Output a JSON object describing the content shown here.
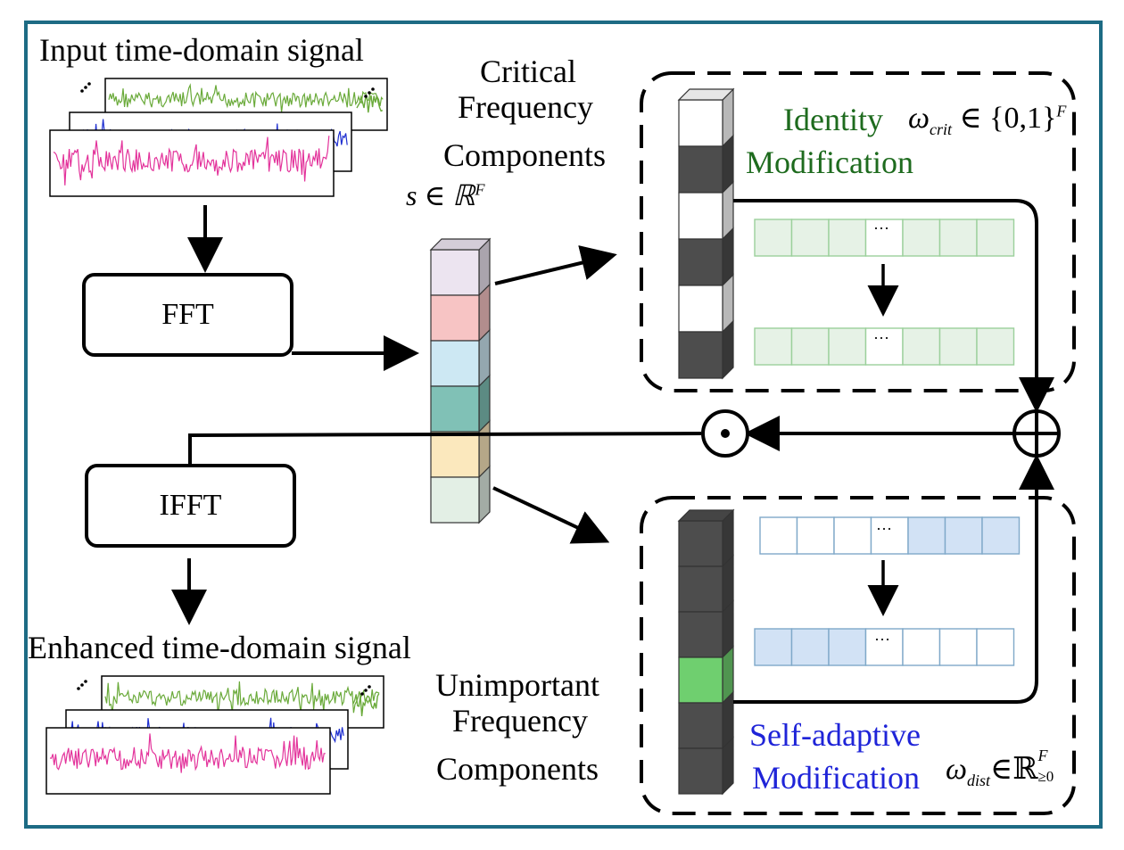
{
  "input_signal_label": "Input time-domain signal",
  "output_signal_label": "Enhanced time-domain signal",
  "fft_label": "FFT",
  "ifft_label": "IFFT",
  "critical_label": [
    "Critical",
    "Frequency",
    "Components"
  ],
  "unimportant_label": [
    "Unimportant",
    "Frequency",
    "Components"
  ],
  "spectrum_symbol": "s ∈ ℝ",
  "spectrum_sup": "F",
  "identity_label": [
    "Identity",
    "Modification"
  ],
  "identity_formula": {
    "omega": "ω",
    "sub": "crit",
    "rest": "∈ {0,1}",
    "sup": "F"
  },
  "adaptive_label": [
    "Self-adaptive",
    "Modification"
  ],
  "adaptive_formula": {
    "omega": "ω",
    "sub": "dist",
    "rest": "∈ℝ",
    "sup": "F",
    "sub2": "≥0"
  },
  "ellipsis": "···",
  "multiply_symbol": "⊙",
  "add_symbol": "⊕",
  "colors": {
    "frame": "#1d6b84",
    "identity_text": "#1e6b1e",
    "adaptive_text": "#1f24d8",
    "green_signal": "#6aaa3a",
    "blue_signal": "#1f2fd0",
    "pink_signal": "#e3339b",
    "spectrum": [
      "#ece4f0",
      "#f7c4c4",
      "#cde8f3",
      "#80c1b6",
      "#fbe8bd",
      "#e3efe5"
    ]
  }
}
